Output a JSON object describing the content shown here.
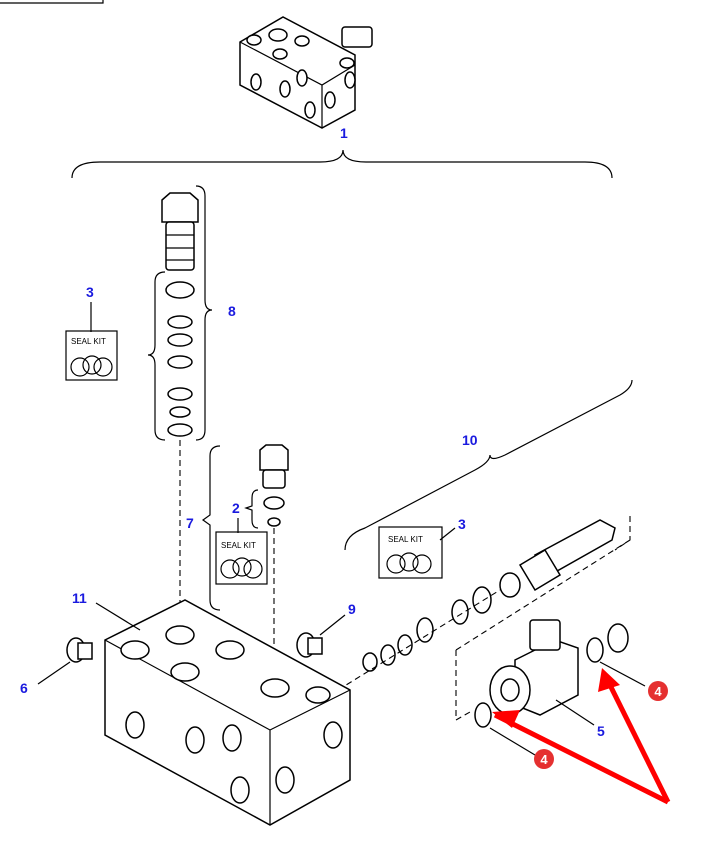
{
  "callouts": {
    "c1": "1",
    "c2": "2",
    "c3a": "3",
    "c3b": "3",
    "c5": "5",
    "c6": "6",
    "c7": "7",
    "c8": "8",
    "c9": "9",
    "c10": "10",
    "c11": "11"
  },
  "highlight_callouts": {
    "c4a": "4",
    "c4b": "4"
  },
  "seal_kit_label": "SEAL KIT",
  "colors": {
    "callout": "#1a1adf",
    "highlight": "#e53030",
    "arrow": "#ff0000"
  }
}
